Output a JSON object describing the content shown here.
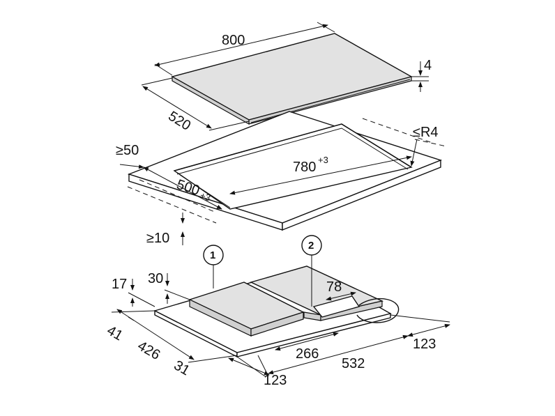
{
  "hob": {
    "width_label": "800",
    "depth_label": "520",
    "thickness_label": "4"
  },
  "cutout": {
    "width_label": "780",
    "width_tol": "+3",
    "depth_label": "500",
    "depth_tol": "+3",
    "front_clearance_label": "≥50",
    "radius_label": "≤R4",
    "min_thickness_label": "≥10"
  },
  "base": {
    "callout_1": "1",
    "callout_2": "2",
    "dim_17": "17",
    "dim_30": "30",
    "dim_78": "78",
    "dim_41": "41",
    "dim_426": "426",
    "dim_31": "31",
    "dim_266": "266",
    "dim_532": "532",
    "dim_123_right": "123",
    "dim_123_bottom": "123"
  }
}
